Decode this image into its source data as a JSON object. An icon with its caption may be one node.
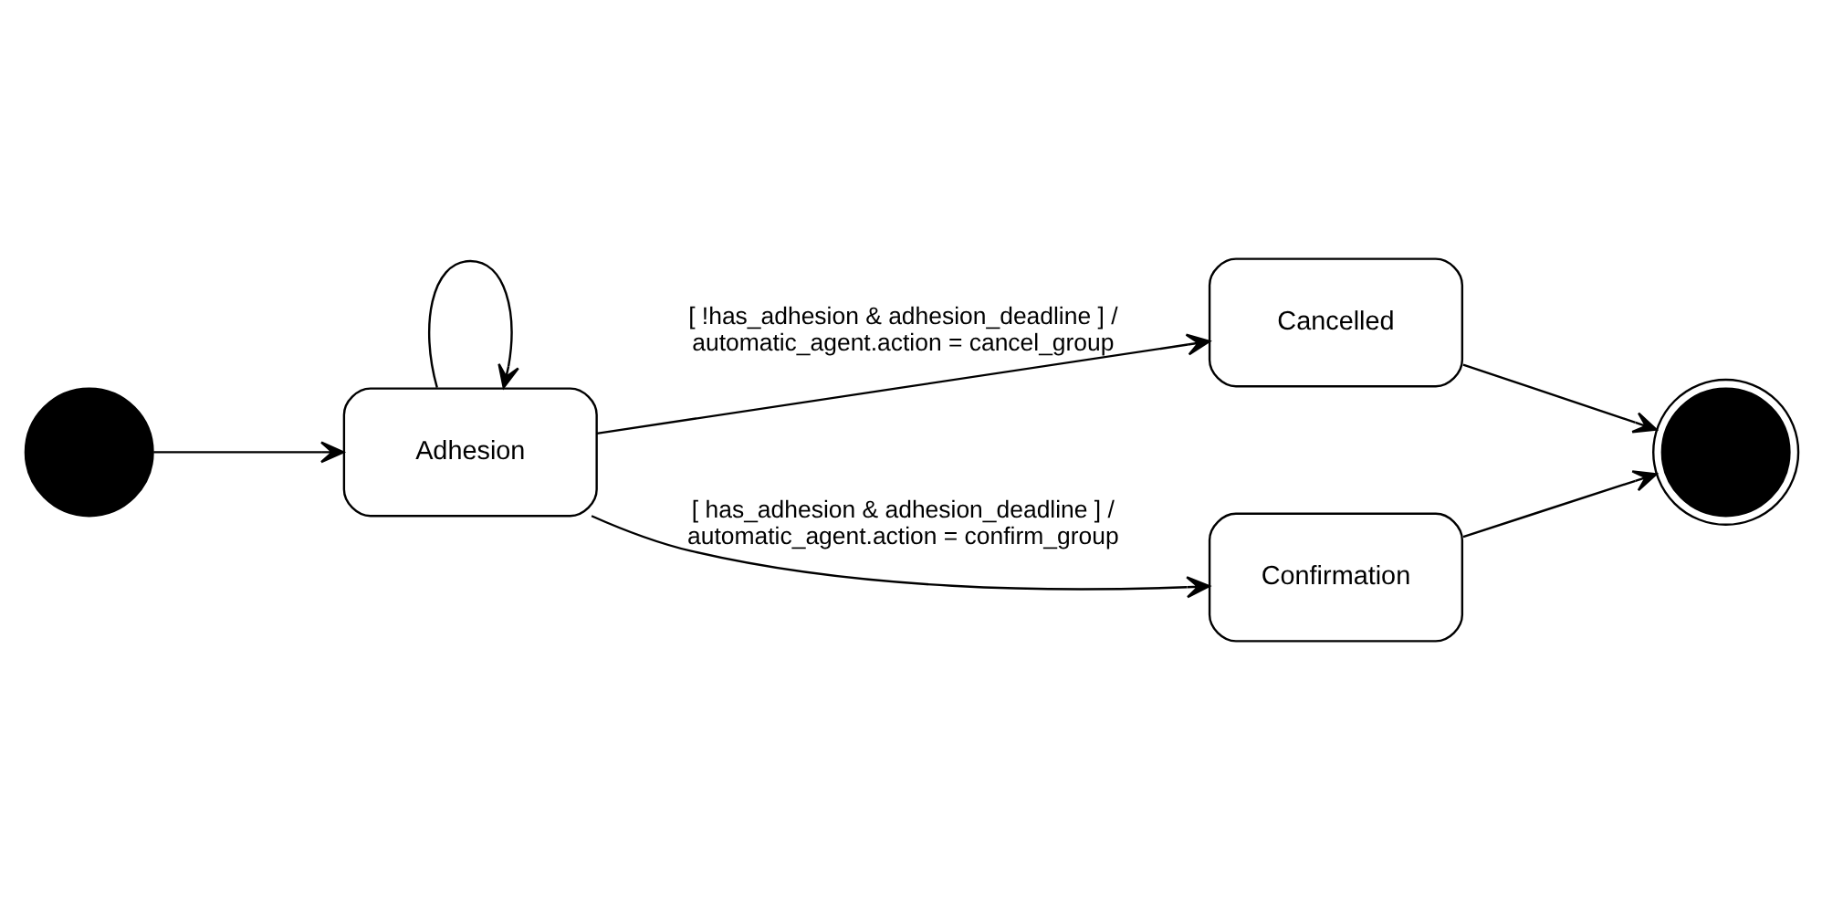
{
  "diagram": {
    "nodes": [
      {
        "text": [],
        "shape": "circle"
      },
      {
        "text": [
          "Adhesion"
        ]
      },
      {
        "text": [
          "Cancelled"
        ]
      },
      {
        "text": [
          "Confirmation"
        ]
      },
      {
        "text": [],
        "shape": "bullseye"
      }
    ],
    "edges": [
      {
        "from": 0,
        "to": 1,
        "arrow": "to"
      },
      {
        "from": 1,
        "to": 1,
        "arrow": "to"
      },
      {
        "from": 1,
        "to": 2,
        "arrow": "to",
        "label": "[ !has_adhesion & adhesion_deadline ] / automatic_agent.action = cancel_group"
      },
      {
        "from": 1,
        "to": 3,
        "arrow": "to",
        "label": "[ has_adhesion & adhesion_deadline ] / automatic_agent.action = confirm_group"
      },
      {
        "from": 2,
        "to": 4,
        "arrow": "to"
      },
      {
        "from": 3,
        "to": 4,
        "arrow": "to"
      }
    ]
  }
}
